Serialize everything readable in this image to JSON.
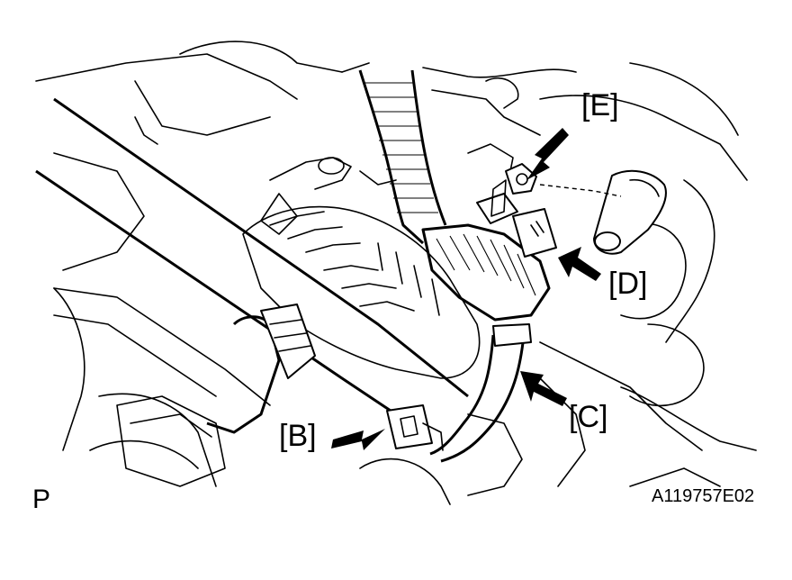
{
  "callouts": {
    "e": "[E]",
    "d": "[D]",
    "c": "[C]",
    "b": "[B]"
  },
  "page_mark": "P",
  "figure_id": "A119757E02",
  "colors": {
    "line": "#000000",
    "background": "#ffffff"
  }
}
